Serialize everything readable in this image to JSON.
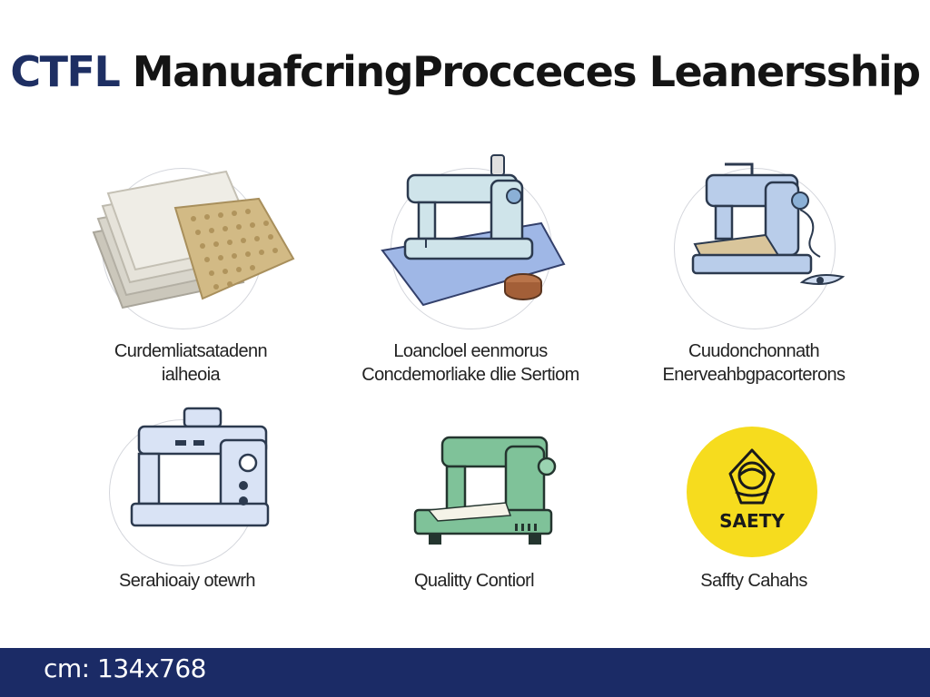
{
  "title": {
    "prefix": "CTFL",
    "rest": " ManuafcringProcceces Leanersship"
  },
  "tiles": [
    {
      "icon": "fabric-stack-icon",
      "caption_line1": "Curdemliatsatadenn",
      "caption_line2": "ialheoia"
    },
    {
      "icon": "sewing-machine-mat-icon",
      "caption_line1": "Loancloel eenmorus",
      "caption_line2": "Concdemorliake dlie Sertiom"
    },
    {
      "icon": "sewing-machine-fabric-icon",
      "caption_line1": "Cuudonchonnath",
      "caption_line2": "Enerveahbgpacorterons"
    },
    {
      "icon": "sewing-machine-outline-icon",
      "caption_line1": "Serahioaiy otewrh",
      "caption_line2": ""
    },
    {
      "icon": "green-sewing-machine-icon",
      "caption_line1": "Qualitty Contiorl",
      "caption_line2": ""
    },
    {
      "icon": "safety-badge-icon",
      "caption_line1": "Saffty Cahahs",
      "caption_line2": "",
      "badge_text": "SAETY"
    }
  ],
  "footer": {
    "label": "cm: 134x768"
  },
  "colors": {
    "navy": "#1b2b66",
    "safety_yellow": "#f6dc1e",
    "machine_blue": "#b9cdea",
    "machine_green": "#7fc299"
  }
}
